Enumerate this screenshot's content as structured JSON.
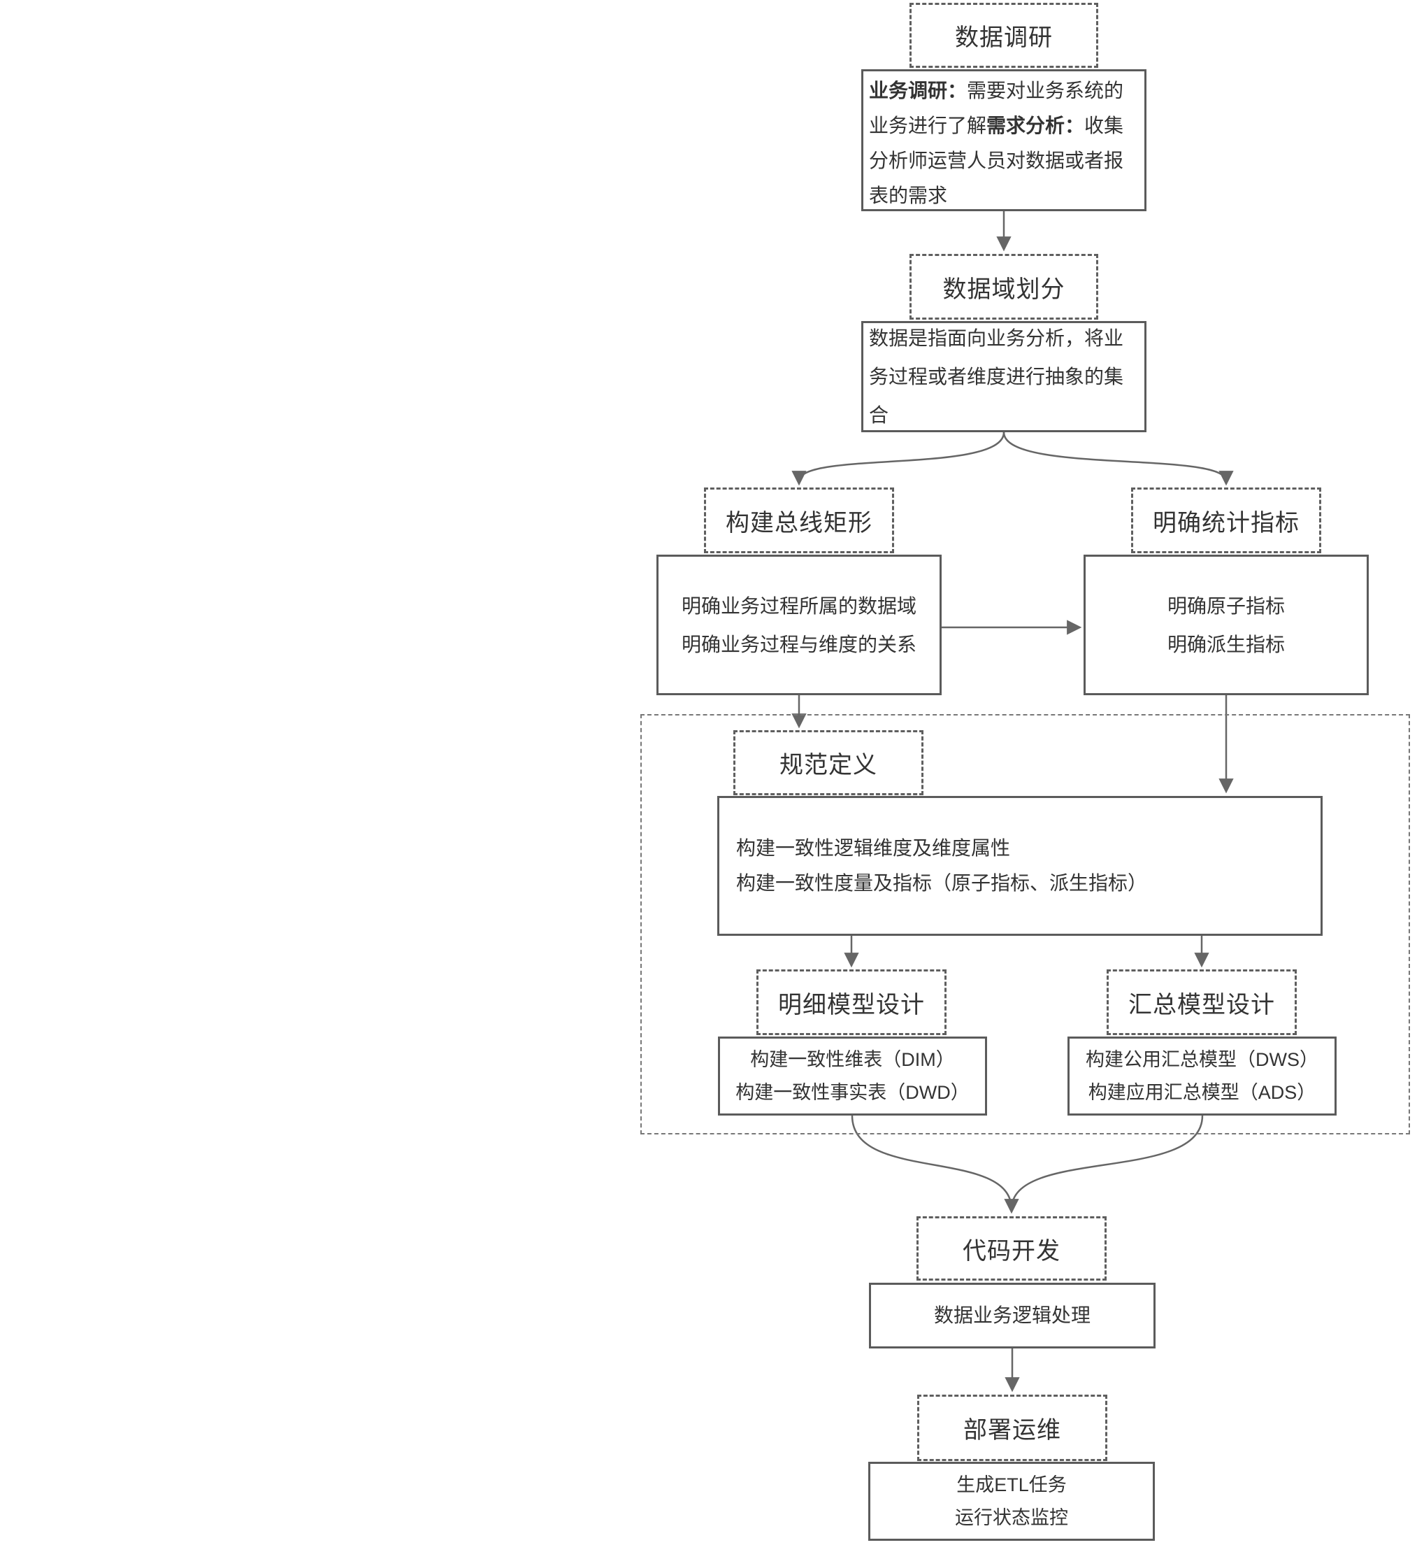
{
  "diagram": {
    "research": {
      "title": "数据调研",
      "seg1_label": "业务调研：",
      "seg1_text": "需要对业务系统的业务进行了解",
      "seg2_label": "需求分析：",
      "seg2_text": "收集分析师运营人员对数据或者报表的需求"
    },
    "domain": {
      "title": "数据域划分",
      "note": "数据是指面向业务分析，将业务过程或者维度进行抽象的集合"
    },
    "bus_matrix": {
      "title": "构建总线矩形",
      "line1": "明确业务过程所属的数据域",
      "line2": "明确业务过程与维度的关系"
    },
    "metrics": {
      "title": "明确统计指标",
      "line1": "明确原子指标",
      "line2": "明确派生指标"
    },
    "spec": {
      "title": "规范定义",
      "line1": "构建一致性逻辑维度及维度属性",
      "line2": "构建一致性度量及指标（原子指标、派生指标）"
    },
    "detail_model": {
      "title": "明细模型设计",
      "line1": "构建一致性维表（DIM）",
      "line2": "构建一致性事实表（DWD）"
    },
    "summary_model": {
      "title": "汇总模型设计",
      "line1": "构建公用汇总模型（DWS）",
      "line2": "构建应用汇总模型（ADS）"
    },
    "code_dev": {
      "title": "代码开发",
      "note": "数据业务逻辑处理"
    },
    "deploy": {
      "title": "部署运维",
      "line1": "生成ETL任务",
      "line2": "运行状态监控"
    }
  },
  "colors": {
    "background": "#ffffff",
    "solid_border": "#5b5b5b",
    "dashed_border": "#5f5f5f",
    "container_border": "#777777",
    "arrow": "#666666",
    "text": "#333333"
  }
}
